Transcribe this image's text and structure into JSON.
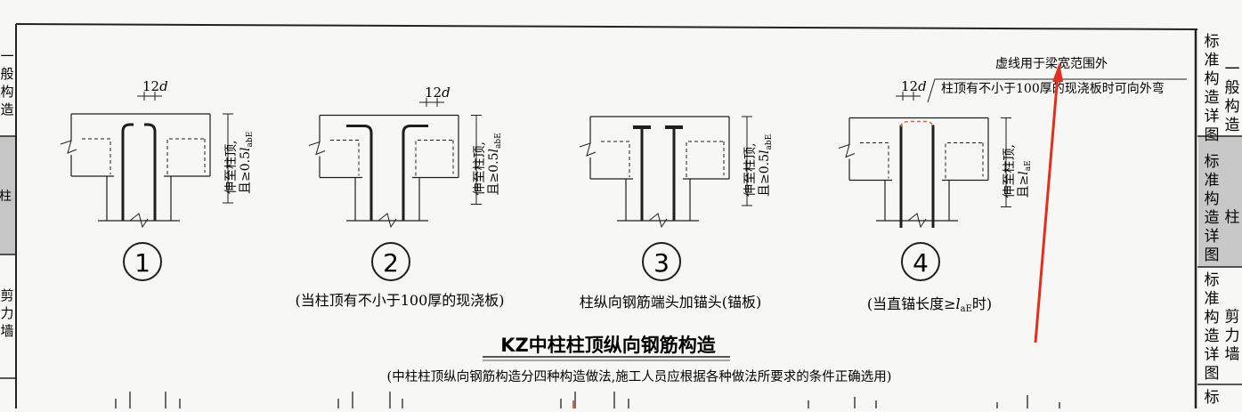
{
  "left_strip": {
    "top_cell": [
      "一",
      "般",
      "构",
      "造"
    ],
    "mid_cell": [
      "柱"
    ],
    "bottom_cell": [
      "剪",
      "力",
      "墙"
    ]
  },
  "right_strip": {
    "cell1": {
      "label": [
        "标",
        "准",
        "构",
        "造",
        "详",
        "图"
      ],
      "value": [
        "一",
        "般",
        "构",
        "造"
      ]
    },
    "cell2": {
      "label": [
        "标",
        "准",
        "构",
        "造",
        "详",
        "图"
      ],
      "value": [
        "柱"
      ]
    },
    "cell3": {
      "label": [
        "标",
        "准",
        "构",
        "造",
        "详",
        "图"
      ],
      "value": [
        "剪",
        "力",
        "墙"
      ]
    },
    "cell4": {
      "label": [
        "标"
      ]
    },
    "cell2_fill": "#c8c8c8"
  },
  "details": [
    {
      "number": "1",
      "dim": "12d",
      "note": "伸至柱顶,",
      "note2": "且≥0.5l",
      "note2_sub": "abE",
      "caption": ""
    },
    {
      "number": "2",
      "dim": "12d",
      "note": "伸至柱顶,",
      "note2": "且≥0.5l",
      "note2_sub": "abE",
      "caption": "(当柱顶有不小于100厚的现浇板)"
    },
    {
      "number": "3",
      "dim": "",
      "note": "伸至柱顶,",
      "note2": "且≥0.5l",
      "note2_sub": "abE",
      "caption": "柱纵向钢筋端头加锚头(锚板)"
    },
    {
      "number": "4",
      "dim": "12d",
      "note": "伸至柱顶,",
      "note2": "且≥l",
      "note2_sub": "aE",
      "caption": "(当直锚长度≥l",
      "caption_sub": "aE",
      "caption_tail": "时)"
    }
  ],
  "annotations": {
    "dashed_note": "虚线用于梁宽范围外",
    "slab_note": "柱顶有不小于100厚的现浇板时可向外弯"
  },
  "title": "KZ中柱柱顶纵向钢筋构造",
  "subtitle": "(中柱柱顶纵向钢筋构造分四种构造做法,施工人员应根据各种做法所要求的条件正确选用)",
  "colors": {
    "ink": "#1e1e1e",
    "pointer_red": "#e0301e",
    "dashed_red": "#e06040"
  }
}
